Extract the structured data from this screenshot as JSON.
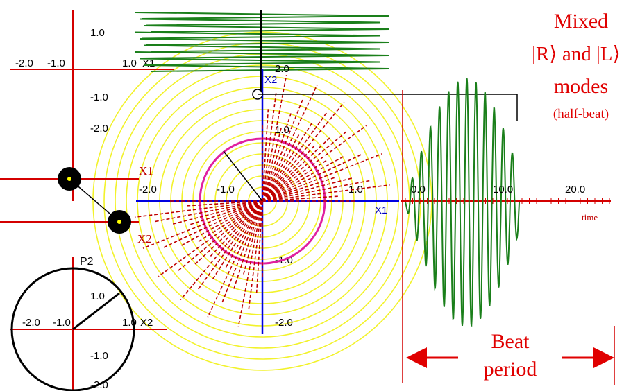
{
  "annotations": {
    "mixed": "Mixed",
    "modes_kets": "|R⟩ and |L⟩",
    "modes": "modes",
    "half_beat": "(half-beat)",
    "beat": "Beat",
    "period": "period"
  },
  "top_left_axes": {
    "x_ticks": [
      "-2.0",
      "-1.0",
      "1.0"
    ],
    "y_ticks": [
      "1.0",
      "-1.0",
      "-2.0"
    ],
    "x_label": "X1"
  },
  "pendulum": {
    "label_upper": "X1",
    "label_lower": "X2"
  },
  "phase_axes": {
    "x_ticks": [
      "-2.0",
      "-1.0",
      "1.0"
    ],
    "y_ticks": [
      "2.0",
      "1.0",
      "-1.0",
      "-2.0"
    ],
    "x_label": "X1",
    "y_label": "X2"
  },
  "time_plot": {
    "x_ticks": [
      "0.0",
      "10.0",
      "20.0"
    ],
    "x_label": "time"
  },
  "bottom_left_axes": {
    "x_ticks": [
      "-2.0",
      "-1.0",
      "1.0"
    ],
    "y_ticks": [
      "1.0",
      "-1.0",
      "-2.0"
    ],
    "x_label": "X2",
    "y_label": "P2"
  },
  "colors": {
    "axis_red": "#d40000",
    "phase_axis_blue": "#0000e0",
    "trace_red": "#c00000",
    "trace_green": "#1a7f1a",
    "ring_yellow": "#f2f22a",
    "ring_magenta": "#e0209f",
    "annotation_red": "#e00000"
  },
  "icons": [
    "pendulum-bob-icon",
    "beat-arrow-icon",
    "clock-circle-icon"
  ]
}
